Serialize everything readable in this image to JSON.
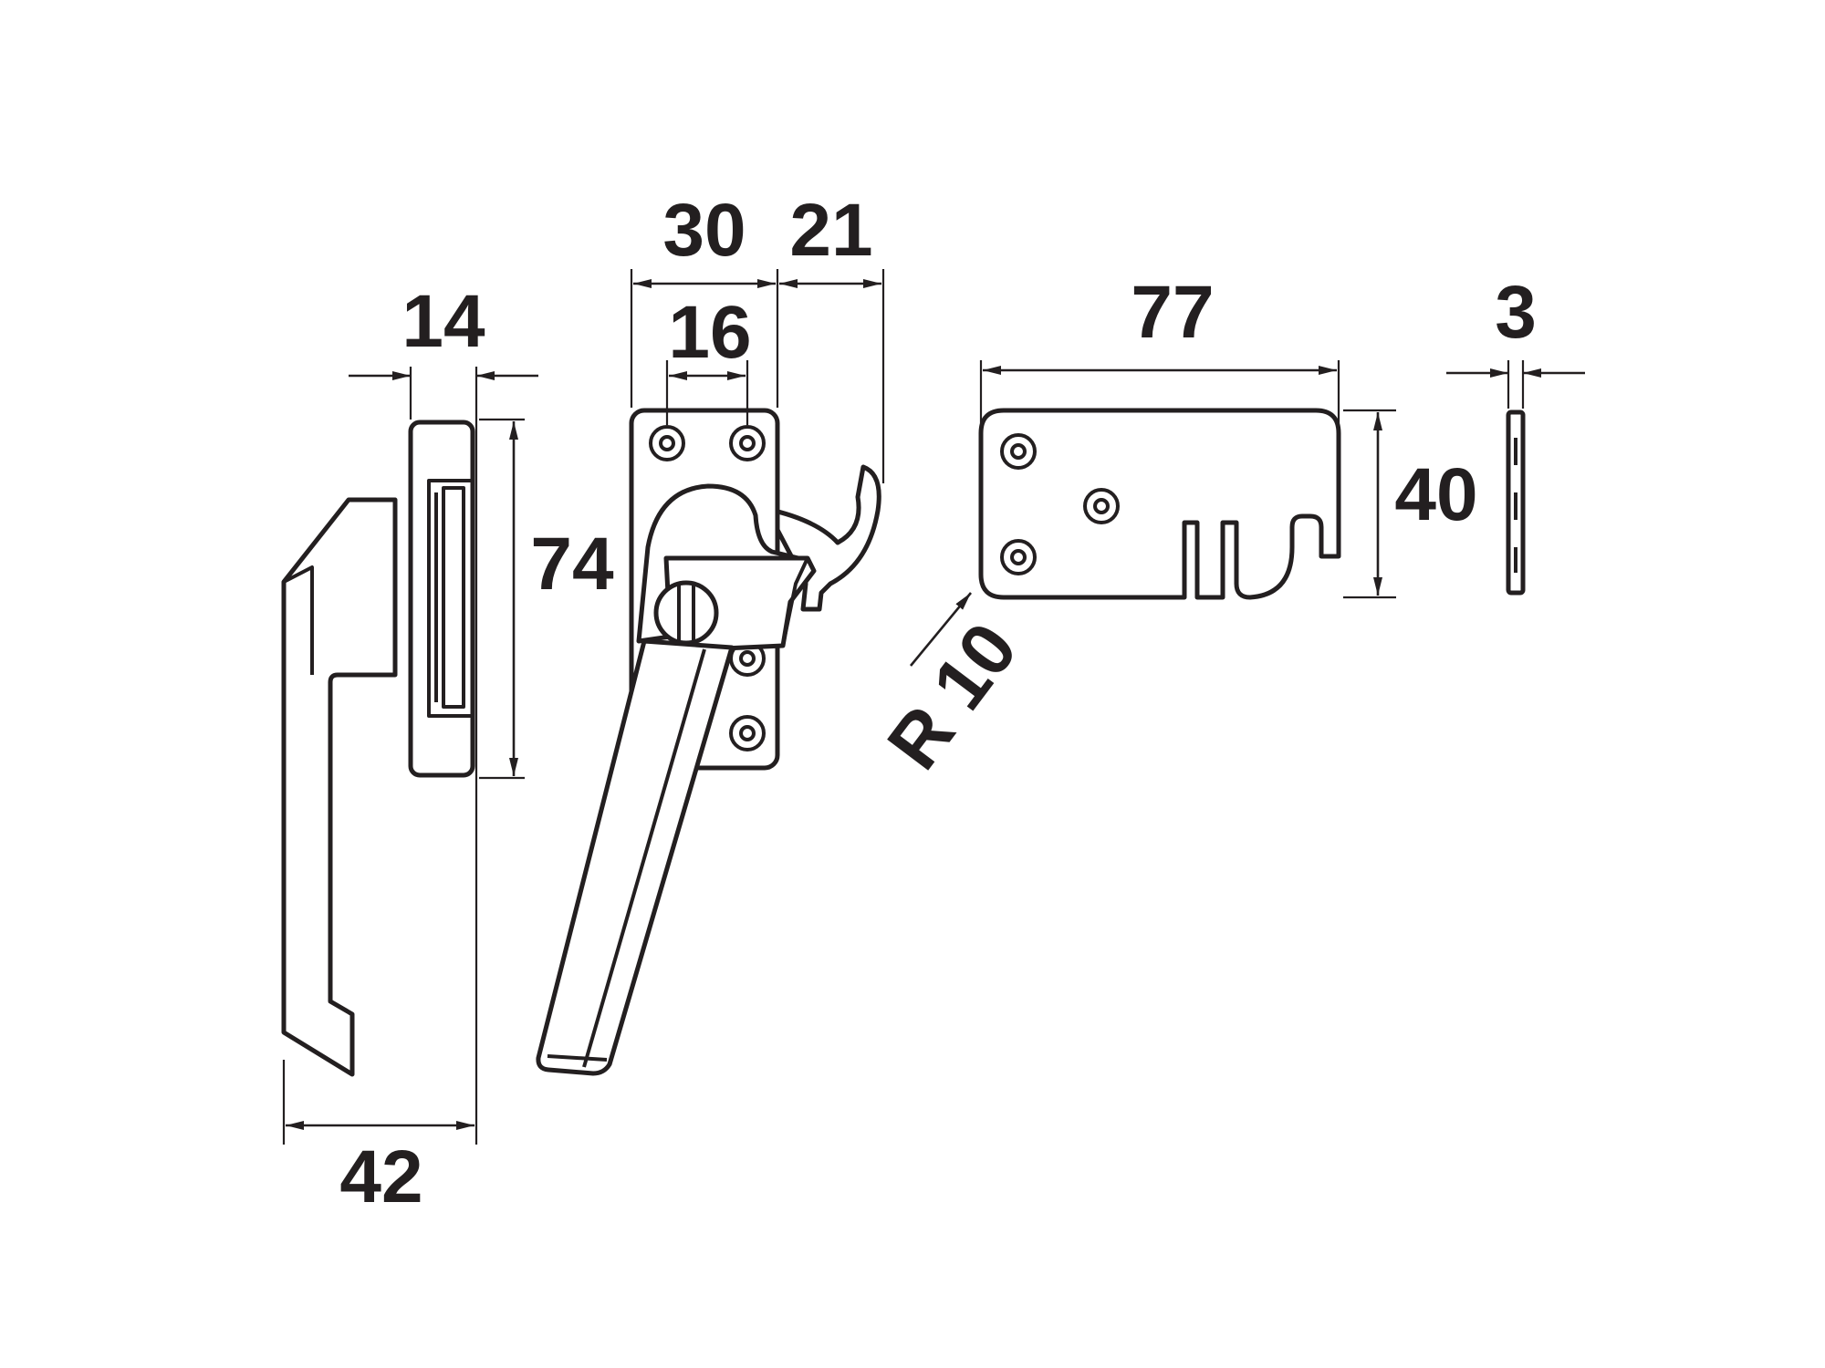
{
  "colors": {
    "line": "#231f20",
    "background": "#ffffff"
  },
  "dimensions": {
    "side_depth": "14",
    "side_height": "74",
    "handle_reach": "42",
    "base_width": "30",
    "hole_spacing": "16",
    "hook_projection": "21",
    "keep_length": "77",
    "keep_height": "40",
    "keep_thickness": "3",
    "corner_radius": "R 10"
  }
}
